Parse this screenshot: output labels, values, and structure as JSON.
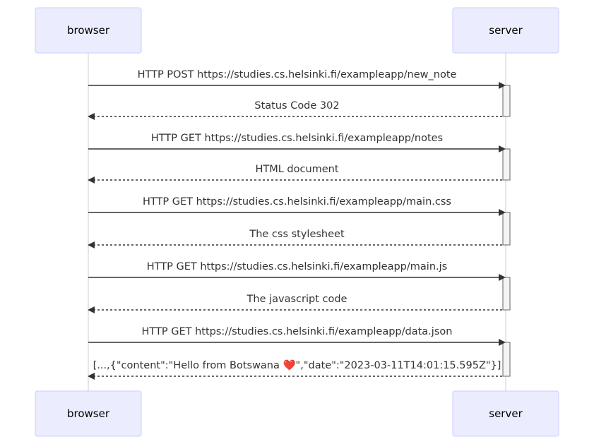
{
  "participants": [
    {
      "id": "browser",
      "label": "browser"
    },
    {
      "id": "server",
      "label": "server"
    }
  ],
  "messages": [
    {
      "from": "browser",
      "to": "server",
      "style": "solid",
      "label": "HTTP POST https://studies.cs.helsinki.fi/exampleapp/new_note"
    },
    {
      "from": "server",
      "to": "browser",
      "style": "dashed",
      "label": "Status Code 302"
    },
    {
      "from": "browser",
      "to": "server",
      "style": "solid",
      "label": "HTTP GET https://studies.cs.helsinki.fi/exampleapp/notes"
    },
    {
      "from": "server",
      "to": "browser",
      "style": "dashed",
      "label": "HTML document"
    },
    {
      "from": "browser",
      "to": "server",
      "style": "solid",
      "label": "HTTP GET https://studies.cs.helsinki.fi/exampleapp/main.css"
    },
    {
      "from": "server",
      "to": "browser",
      "style": "dashed",
      "label": "The css stylesheet"
    },
    {
      "from": "browser",
      "to": "server",
      "style": "solid",
      "label": "HTTP GET https://studies.cs.helsinki.fi/exampleapp/main.js"
    },
    {
      "from": "server",
      "to": "browser",
      "style": "dashed",
      "label": "The javascript code"
    },
    {
      "from": "browser",
      "to": "server",
      "style": "solid",
      "label": "HTTP GET https://studies.cs.helsinki.fi/exampleapp/data.json"
    },
    {
      "from": "server",
      "to": "browser",
      "style": "dashed",
      "label": "[...,{\"content\":\"Hello from Botswana ❤️\",\"date\":\"2023-03-11T14:01:15.595Z\"}]"
    }
  ],
  "colors": {
    "actor_fill": "#ececff",
    "actor_stroke": "#ccccff",
    "line": "#333333",
    "lifeline": "#cccccc"
  }
}
